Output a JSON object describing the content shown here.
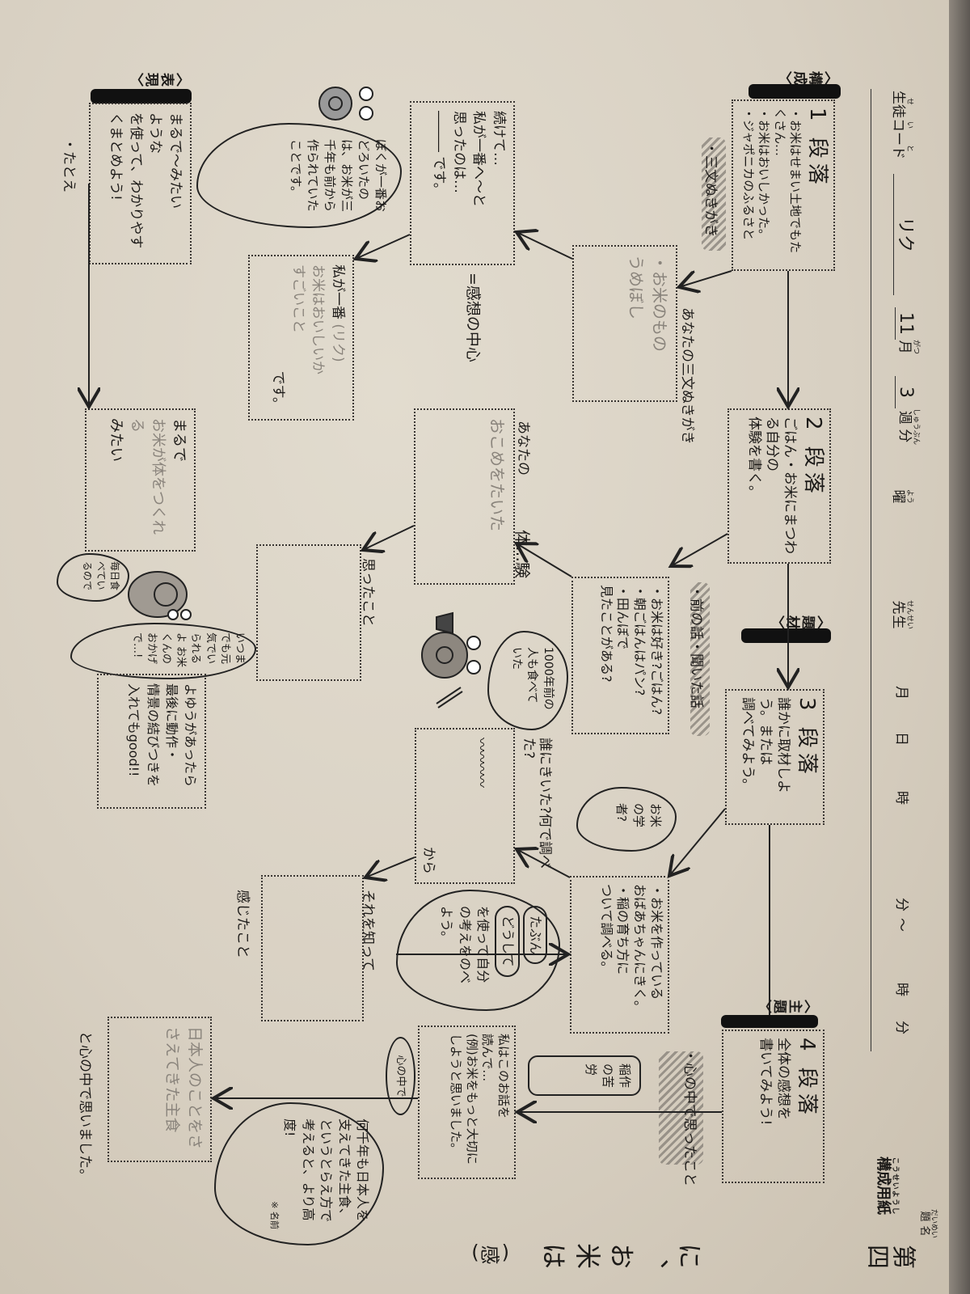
{
  "header": {
    "student_code_ruby": "せいと",
    "student_code_label": "生徒コード",
    "student_code_value": "リク",
    "month_value": "11",
    "month_label": "月",
    "month_ruby": "がつ",
    "week_value": "3",
    "week_label": "週分",
    "week_ruby": "しゅうぶん",
    "weekday_label": "曜",
    "weekday_ruby": "よう",
    "teacher_label": "先生",
    "teacher_ruby": "せんせい",
    "date_month_label": "月",
    "date_day_label": "日",
    "time_hour_label": "時",
    "time_minute_label": "分",
    "tilde": "〜",
    "time_hour_label_2": "時",
    "time_minute_label_2": "分",
    "sheet_title": "構成用紙",
    "sheet_title_ruby": "こうせいようし",
    "title_label": "題名",
    "title_label_ruby": "だいめい",
    "title_value_1": "第四",
    "title_value_2": "に、お米は",
    "title_value_3": "(感)"
  },
  "sections": [
    {
      "tag": "〈構成〉",
      "title": "1 段落",
      "lines": [
        "・お米はせまい土地でもたくさん…",
        "・お米はおいしかった。",
        "・ジャポニカのふるさと"
      ],
      "note": "・三文ぬきがき"
    },
    {
      "title": "2 段落",
      "lines": [
        "ごはん・お米にまつわる自分の",
        "体験を書く。"
      ]
    },
    {
      "tag": "〈題材〉",
      "title": "3 段落",
      "lines": [
        "誰かに取材しよう。または",
        "調べてみよう。"
      ]
    },
    {
      "tag": "〈主題〉",
      "title": "4 段落",
      "lines": [
        "全体の感想を",
        "書いてみよう!"
      ]
    }
  ],
  "quote_box": {
    "label": "あなたの三文ぬきがき",
    "text_1": "・お米のもの",
    "text_2": "うめぼし"
  },
  "continue_box": {
    "lines": [
      "続けて…",
      "私が一番へ〜と",
      "思ったのは…",
      "――― です。"
    ],
    "side_label": "=感想の中心"
  },
  "bubble_surprise": {
    "text": "ぼくが一番おどろいたのは、お米が三千年も前から作られていたことです。"
  },
  "ichiban_box": {
    "prefix": "私が一番",
    "paren": "(リク)",
    "gray_1": "お米はおいしいか",
    "gray_2": "すごいこと",
    "suffix": "です。"
  },
  "expression": {
    "tag": "〈表現〉",
    "lines": [
      "まるで〜みたい",
      "ような",
      "を使って、わかりやすくまとめよう!"
    ],
    "note": "・たとえ"
  },
  "marude_box": {
    "prefix": "まるで",
    "gray": "お米が体をつくれる",
    "suffix": "みたい"
  },
  "snail_bubble": {
    "small": "毎日食べているので",
    "text": "いつまでも元気でいられるよ お米くんのおかげで…!"
  },
  "bonus_box": {
    "lines": [
      "よゆうがあったら",
      "最後に動作・",
      "情景の結びつきを",
      "入れてもgood!!"
    ]
  },
  "taiken": {
    "intro": "・前の話・聞いた話",
    "box_lines": [
      "・お米は好き?ごはん?",
      "・朝ごはんはパン?",
      "・田んぼで",
      "見たことがある?"
    ],
    "bubble": "1000年前の人も食べていた",
    "label_anata": "あなたの",
    "gray": "おこめをたいた",
    "label_taiken": "体…験"
  },
  "omotta": {
    "label": "思ったこと"
  },
  "chousa": {
    "bubble": "お米の学者?",
    "box_lines": [
      "・お米を作っている",
      "おばあちゃんにきく。",
      "・稲の育ち方に",
      "ついて調べる。"
    ],
    "question": "誰にきいた?何で調べた?",
    "kara": "から",
    "wave": "〰〰〰〰"
  },
  "kanjita": {
    "label_top": "それを知って",
    "label_bottom": "感じたこと"
  },
  "tabun_bubble": {
    "word_1": "たぶん",
    "word_2": "どうして",
    "text": "を使って自分の考えをのべよう。"
  },
  "kokoro": {
    "intro": "・心の中で思ったこと",
    "tag": "稲作の苦労",
    "oval": "心の中で",
    "box_lines": [
      "私はこのお話を",
      "読んで…",
      "(例)お米をもっと大切に",
      "しようと思いました。"
    ]
  },
  "final": {
    "gray": "日本人のことをささえてきた主食",
    "suffix": "と心の中で思いました。",
    "bubble": "何千年も日本人を支えてきた主食、というとらえ方で考えると、より高度!",
    "bubble_note": "※ 名前"
  }
}
